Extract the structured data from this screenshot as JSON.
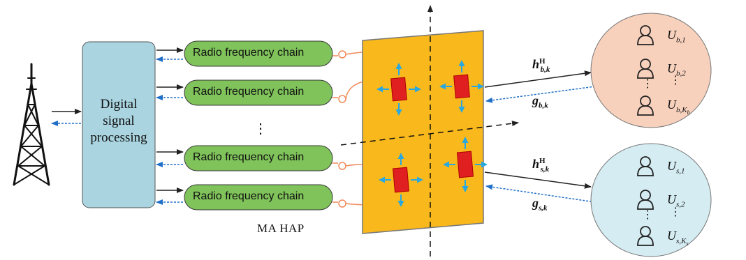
{
  "dsp": {
    "line1": "Digital",
    "line2": "signal",
    "line3": "processing"
  },
  "rf_chains": [
    {
      "label": "Radio frequency chain"
    },
    {
      "label": "Radio frequency chain"
    },
    {
      "label": "Radio frequency chain"
    },
    {
      "label": "Radio frequency chain"
    }
  ],
  "vertical_ellipsis": "⋮",
  "ma_hap_label": "MA HAP",
  "channels": {
    "h_b": {
      "base": "h",
      "sub": "b,k",
      "sup": "H"
    },
    "g_b": {
      "base": "g",
      "sub": "b,k"
    },
    "h_s": {
      "base": "h",
      "sub": "s,k",
      "sup": "H"
    },
    "g_s": {
      "base": "g",
      "sub": "s,k"
    }
  },
  "users_b": {
    "fill": "#f8d1bd",
    "items": [
      {
        "base": "U",
        "sub": "b,1"
      },
      {
        "base": "U",
        "sub": "b,2"
      },
      {
        "base": "U",
        "sub": "b,K",
        "subsub": "b"
      }
    ]
  },
  "users_s": {
    "fill": "#d4ecf2",
    "items": [
      {
        "base": "U",
        "sub": "s,1"
      },
      {
        "base": "U",
        "sub": "s,2"
      },
      {
        "base": "U",
        "sub": "s,K",
        "subsub": "s"
      }
    ]
  },
  "colors": {
    "dsp_fill": "#a9d4e0",
    "rf_fill": "#7fc35a",
    "panel_fill": "#f9b81c",
    "antenna_fill": "#e02020",
    "arrow_blue": "#1f6fc7",
    "move_arrow": "#29a8e0",
    "cable": "#f08a5a"
  },
  "icons": [
    "tower-icon",
    "user-icon",
    "antenna-element-icon"
  ]
}
